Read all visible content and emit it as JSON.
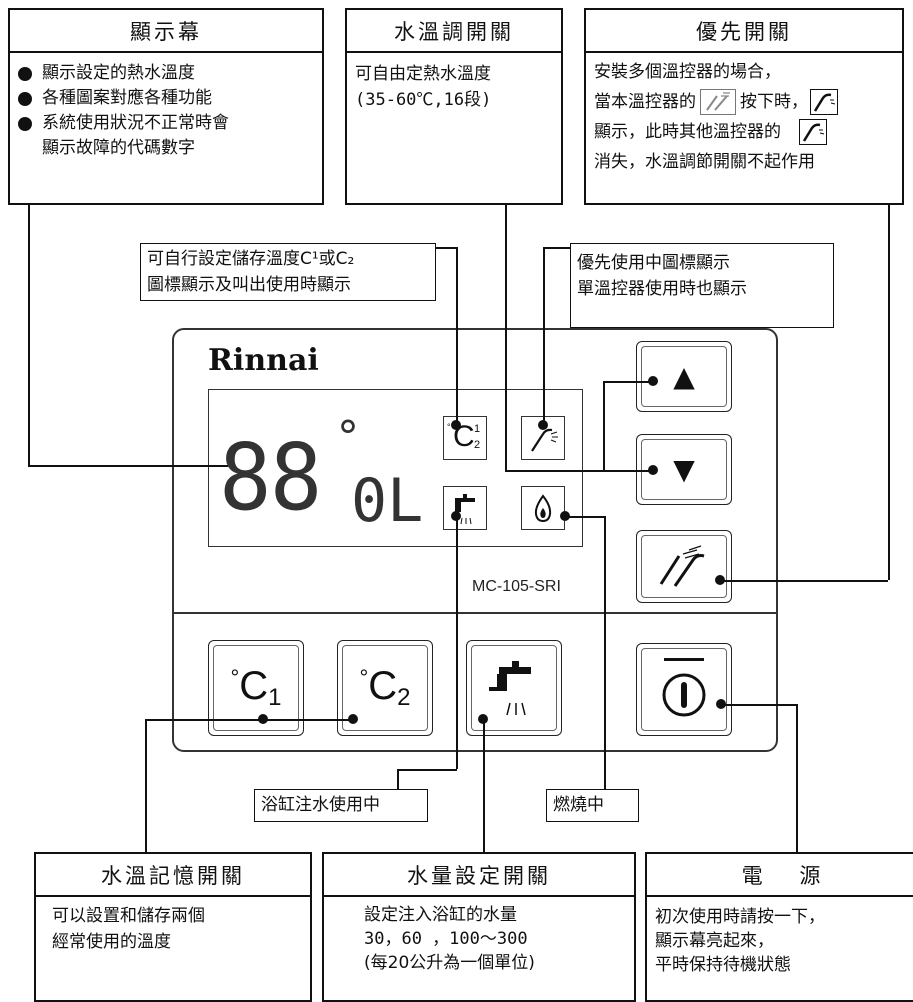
{
  "display_box": {
    "title": "顯示幕",
    "bullets": [
      "顯示設定的熱水溫度",
      "各種圖案對應各種功能",
      "系統使用狀況不正常時會"
    ],
    "bullet3_cont": "顯示故障的代碼數字"
  },
  "temp_switch_box": {
    "title": "水溫調開關",
    "line1": "可自由定熱水溫度",
    "line2": "(35-60℃,16段)"
  },
  "priority_box": {
    "title": "優先開關",
    "line1": "安裝多個溫控器的場合，",
    "line2a": "當本溫控器的",
    "line2b": "按下時，",
    "line3": "顯示，此時其他溫控器的",
    "line4": "消失，水溫調節開關不起作用"
  },
  "c_label": {
    "line1": "可自行設定儲存溫度C¹或C₂",
    "line2": "圖標顯示及叫出使用時顯示"
  },
  "priority_label": {
    "line1": "優先使用中圖標顯示",
    "line2": "單溫控器使用時也顯示"
  },
  "device": {
    "brand": "Rinnai",
    "model": "MC-105-SRI",
    "display_digits": "88",
    "display_unit_text": "0L",
    "degree_mark": "°",
    "up_arrow": "▲",
    "down_arrow": "▼",
    "btn_c1": {
      "deg": "°",
      "c": "C",
      "n": "1"
    },
    "btn_c2": {
      "deg": "°",
      "c": "C",
      "n": "2"
    }
  },
  "bath_label": "浴缸注水使用中",
  "burn_label": "燃燒中",
  "memory_box": {
    "title": "水溫記憶開關",
    "line1": "可以設置和儲存兩個",
    "line2": "經常使用的溫度"
  },
  "volume_box": {
    "title": "水量設定開關",
    "line1": "設定注入浴缸的水量",
    "line2": "30，60 ，100～300",
    "line3": "(每20公升為一個單位)"
  },
  "power_box": {
    "title": "電　 源",
    "line1": "初次使用時請按一下，",
    "line2": "顯示幕亮起來，",
    "line3": "平時保持待機狀態"
  }
}
